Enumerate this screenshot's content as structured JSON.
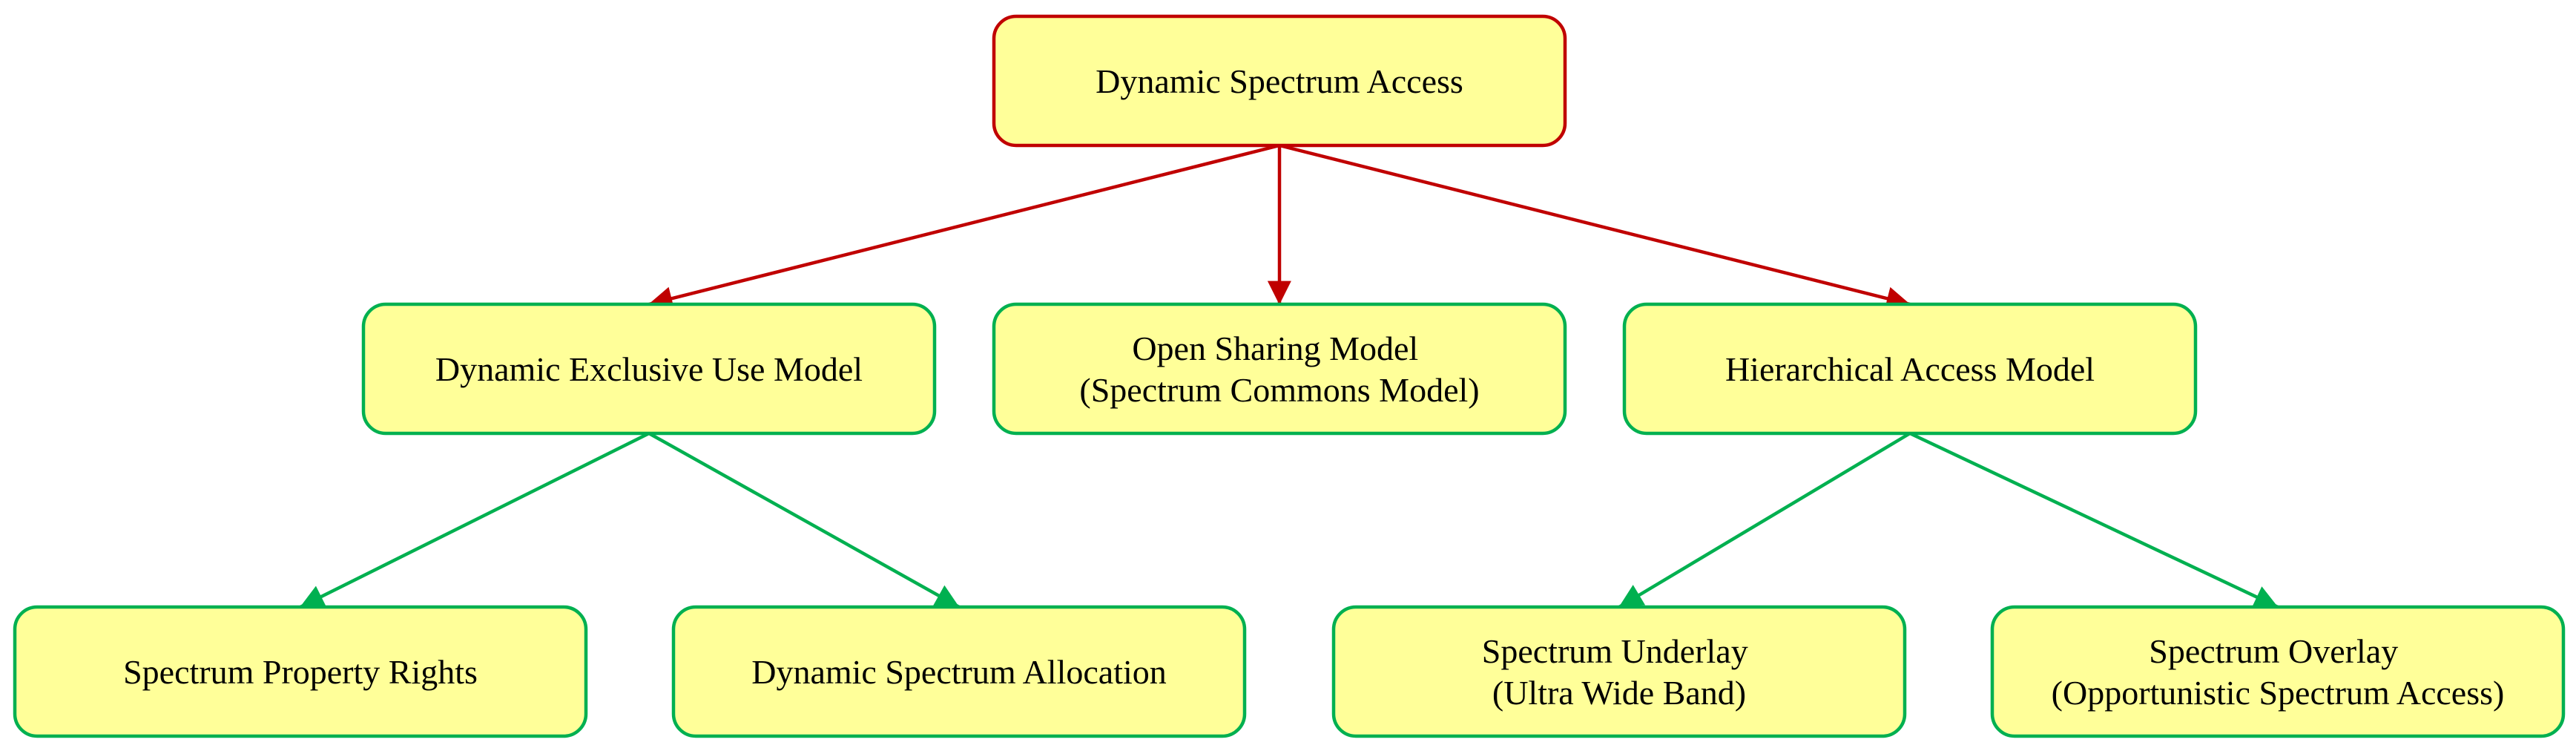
{
  "colors": {
    "node_fill": "#FFFF99",
    "root_border": "#C00000",
    "child_border": "#00B050",
    "root_edge": "#C00000",
    "child_edge": "#00B050"
  },
  "nodes": {
    "root": {
      "lines": [
        "Dynamic Spectrum Access"
      ]
    },
    "exclusive": {
      "lines": [
        "Dynamic Exclusive Use Model"
      ]
    },
    "open": {
      "lines": [
        "Open Sharing Model",
        "(Spectrum Commons Model)"
      ]
    },
    "hierarchical": {
      "lines": [
        "Hierarchical Access Model"
      ]
    },
    "property": {
      "lines": [
        "Spectrum Property Rights"
      ]
    },
    "allocation": {
      "lines": [
        "Dynamic Spectrum Allocation"
      ]
    },
    "underlay": {
      "lines": [
        "Spectrum Underlay",
        "(Ultra Wide Band)"
      ]
    },
    "overlay": {
      "lines": [
        "Spectrum Overlay",
        "(Opportunistic Spectrum Access)"
      ]
    }
  },
  "edges": [
    {
      "from": "root",
      "to": "exclusive"
    },
    {
      "from": "root",
      "to": "open"
    },
    {
      "from": "root",
      "to": "hierarchical"
    },
    {
      "from": "exclusive",
      "to": "property"
    },
    {
      "from": "exclusive",
      "to": "allocation"
    },
    {
      "from": "hierarchical",
      "to": "underlay"
    },
    {
      "from": "hierarchical",
      "to": "overlay"
    }
  ]
}
